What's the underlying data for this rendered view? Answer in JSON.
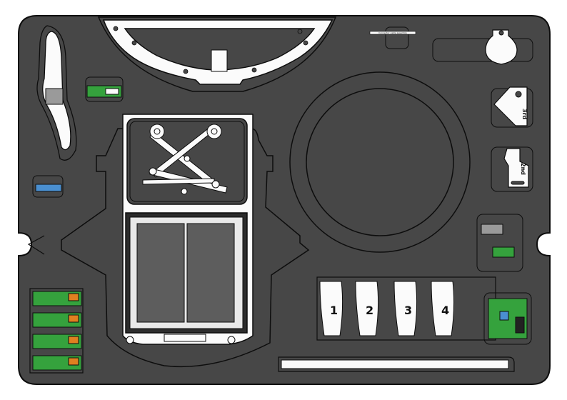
{
  "colors": {
    "tray": "#474747",
    "outline": "#0d0d0d",
    "part_white": "#fbfbfb",
    "part_grey": "#9a9a9a",
    "glass": "#5d5d5d",
    "pcb_green": "#35a23d",
    "pcb_blue": "#4a8fd0"
  },
  "labels": {
    "bracket_top": "3rd",
    "bracket_mid": "2nd",
    "slot_1": "1",
    "slot_2": "2",
    "slot_3": "3",
    "slot_4": "4",
    "cable_tag": "Connector cable assembly"
  }
}
